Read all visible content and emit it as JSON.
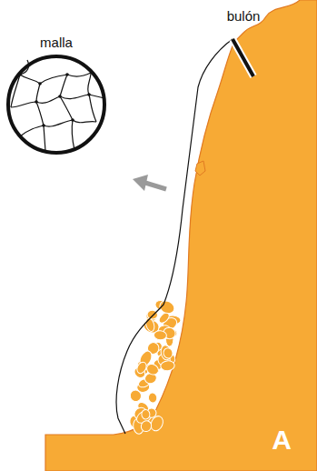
{
  "diagram": {
    "labels": [
      "bulón",
      "malla",
      "A"
    ]
  }
}
